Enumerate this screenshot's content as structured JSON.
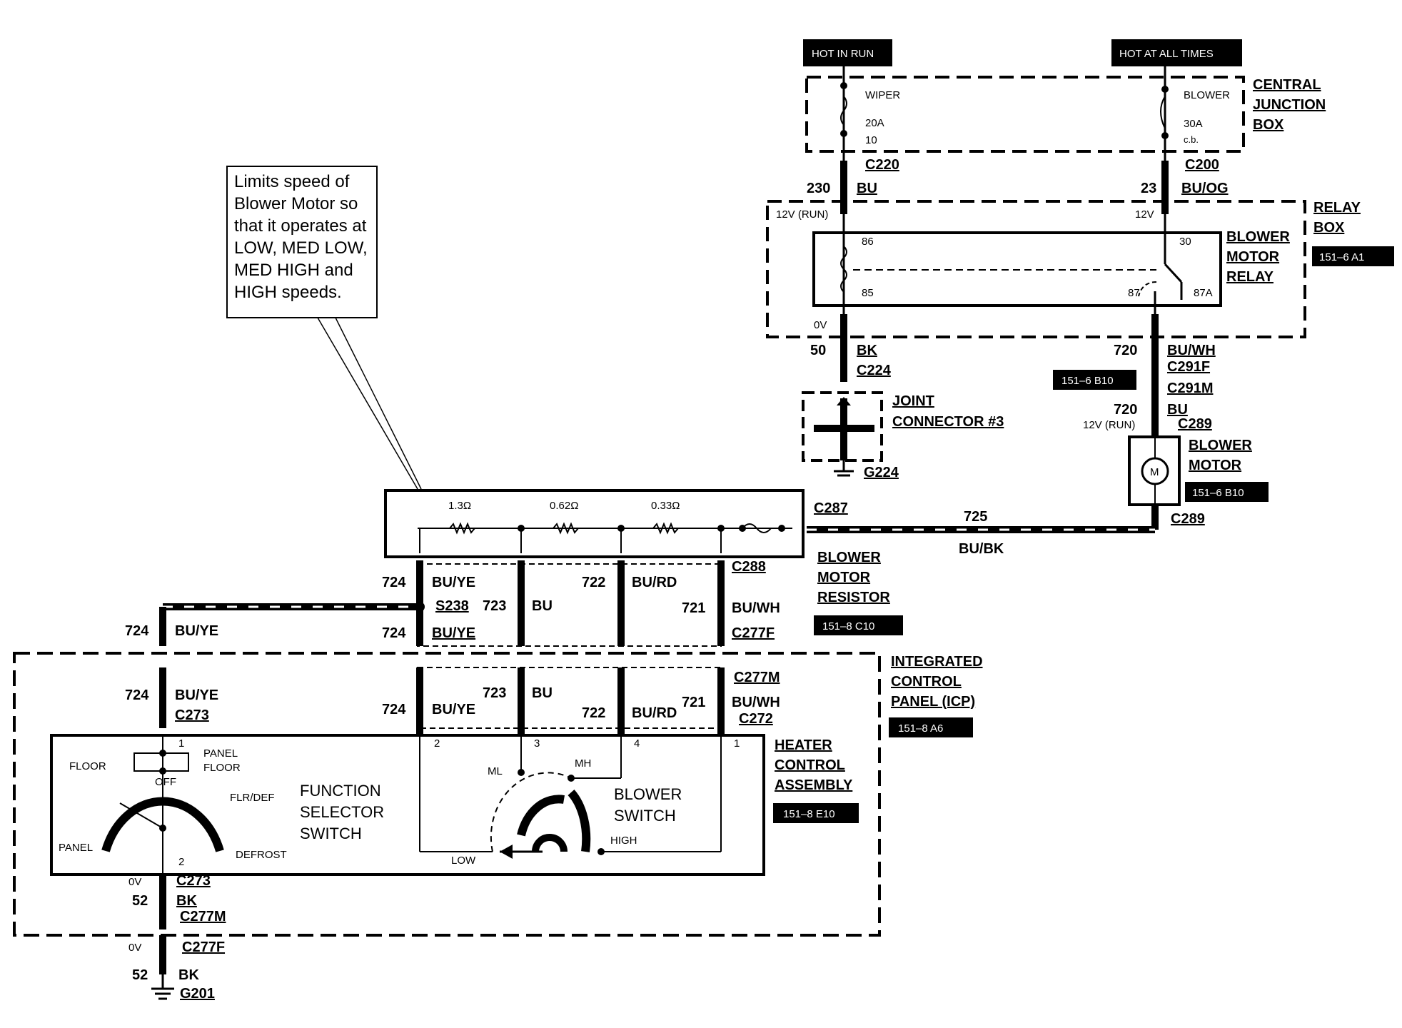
{
  "callout": [
    "Limits speed of",
    "Blower Motor so",
    "that it operates at",
    "LOW, MED LOW,",
    "MED HIGH and",
    "HIGH speeds."
  ],
  "power": {
    "hot_in_run": "HOT IN RUN",
    "hot_at_all_times": "HOT AT ALL TIMES"
  },
  "cjb": {
    "title": [
      "CENTRAL",
      "JUNCTION",
      "BOX"
    ],
    "wiper_fuse": "WIPER",
    "wiper_amp": "20A",
    "wiper_num": "10",
    "blower_cb": "BLOWER",
    "blower_amp": "30A",
    "blower_cb_label": "c.b."
  },
  "wires": {
    "c220": "C220",
    "w230": "230",
    "bu": "BU",
    "c200": "C200",
    "w23": "23",
    "bu_og": "BU/OG",
    "v12run": "12V (RUN)",
    "v12": "12V",
    "v0": "0V",
    "w50": "50",
    "bk": "BK",
    "c224": "C224",
    "w720": "720",
    "bu_wh": "BU/WH",
    "c291f": "C291F",
    "c291m": "C291M",
    "c289": "C289",
    "v12run2": "12V (RUN)",
    "c287": "C287",
    "w725": "725",
    "bu_bk": "BU/BK"
  },
  "relay_box": {
    "title": [
      "RELAY",
      "BOX"
    ],
    "ref": "151–6 A1"
  },
  "relay": {
    "title": [
      "BLOWER",
      "MOTOR",
      "RELAY"
    ],
    "p86": "86",
    "p85": "85",
    "p30": "30",
    "p87": "87",
    "p87a": "87A"
  },
  "ref_b10": "151–6 B10",
  "joint": {
    "title": [
      "JOINT",
      "CONNECTOR #3"
    ],
    "ground": "G224"
  },
  "motor": {
    "title": [
      "BLOWER",
      "MOTOR"
    ],
    "symbol": "M",
    "ref": "151–6 B10"
  },
  "resistor": {
    "r1": "1.3Ω",
    "r2": "0.62Ω",
    "r3": "0.33Ω",
    "title": [
      "BLOWER",
      "MOTOR",
      "RESISTOR"
    ],
    "ref": "151–8 C10",
    "c288": "C288"
  },
  "harness": {
    "w724": "724",
    "bu_ye": "BU/YE",
    "s238": "S238",
    "w723": "723",
    "bu": "BU",
    "w722": "722",
    "bu_rd": "BU/RD",
    "w721": "721",
    "bu_wh": "BU/WH",
    "c277f": "C277F",
    "c277m": "C277M",
    "c273": "C273",
    "c272": "C272"
  },
  "icp": {
    "title": [
      "INTEGRATED",
      "CONTROL",
      "PANEL (ICP)"
    ],
    "ref": "151–8 A6"
  },
  "hca": {
    "title": [
      "HEATER",
      "CONTROL",
      "ASSEMBLY"
    ],
    "ref": "151–8 E10"
  },
  "function_switch": {
    "floor": "FLOOR",
    "panel_floor": [
      "PANEL",
      "FLOOR"
    ],
    "off": "OFF",
    "flr_def": "FLR/DEF",
    "panel": "PANEL",
    "defrost": "DEFROST",
    "title": [
      "FUNCTION",
      "SELECTOR",
      "SWITCH"
    ],
    "pin1": "1",
    "pin2": "2"
  },
  "blower_switch": {
    "ml": "ML",
    "mh": "MH",
    "low": "LOW",
    "high": "HIGH",
    "title": [
      "BLOWER",
      "SWITCH"
    ],
    "pin1": "1",
    "pin2": "2",
    "pin3": "3",
    "pin4": "4"
  },
  "ground_circuit": {
    "v0": "0V",
    "w52": "52",
    "c273": "C273",
    "bk": "BK",
    "c277m": "C277M",
    "c277f": "C277F",
    "g201": "G201"
  }
}
